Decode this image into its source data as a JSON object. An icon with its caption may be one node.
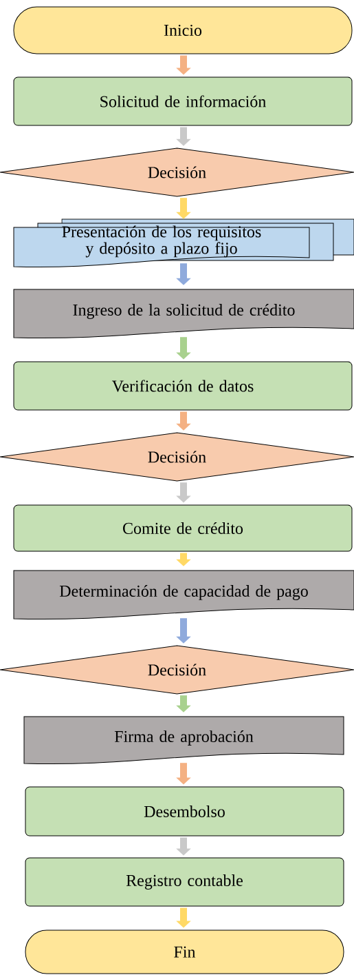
{
  "diagram": {
    "nodes": [
      {
        "text": [
          "Inicio"
        ]
      },
      {
        "text": [
          "Solicitud de información"
        ]
      },
      {
        "text": [
          "Decisión"
        ]
      },
      {
        "text": [
          "Presentación de los requisitos y depósito a plazo fijo"
        ]
      },
      {
        "text": [
          "Ingreso de la solicitud de crédito"
        ]
      },
      {
        "text": [
          "Verificación de datos"
        ]
      },
      {
        "text": [
          "Decisión"
        ]
      },
      {
        "text": [
          "Comite de crédito"
        ]
      },
      {
        "text": [
          "Determinación de capacidad de pago"
        ]
      },
      {
        "text": [
          "Decisión"
        ]
      },
      {
        "text": [
          "Firma de aprobación"
        ]
      },
      {
        "text": [
          "Desembolso"
        ]
      },
      {
        "text": [
          "Registro contable"
        ]
      },
      {
        "text": [
          "Fin"
        ]
      }
    ],
    "edges": [
      {
        "from": 0,
        "to": 1,
        "arrow": "to",
        "color": "#f4b183"
      },
      {
        "from": 1,
        "to": 2,
        "arrow": "to",
        "color": "#c9c9c9"
      },
      {
        "from": 2,
        "to": 3,
        "arrow": "to",
        "color": "#ffd966"
      },
      {
        "from": 3,
        "to": 4,
        "arrow": "to",
        "color": "#8faadc"
      },
      {
        "from": 4,
        "to": 5,
        "arrow": "to",
        "color": "#a9d18e"
      },
      {
        "from": 5,
        "to": 6,
        "arrow": "to",
        "color": "#f4b183"
      },
      {
        "from": 6,
        "to": 7,
        "arrow": "to",
        "color": "#c9c9c9"
      },
      {
        "from": 7,
        "to": 8,
        "arrow": "to",
        "color": "#ffd966"
      },
      {
        "from": 8,
        "to": 9,
        "arrow": "to",
        "color": "#8faadc"
      },
      {
        "from": 9,
        "to": 10,
        "arrow": "to",
        "color": "#a9d18e"
      },
      {
        "from": 10,
        "to": 11,
        "arrow": "to",
        "color": "#f4b183"
      },
      {
        "from": 11,
        "to": 12,
        "arrow": "to",
        "color": "#c9c9c9"
      },
      {
        "from": 12,
        "to": 13,
        "arrow": "to",
        "color": "#ffd966"
      }
    ]
  }
}
